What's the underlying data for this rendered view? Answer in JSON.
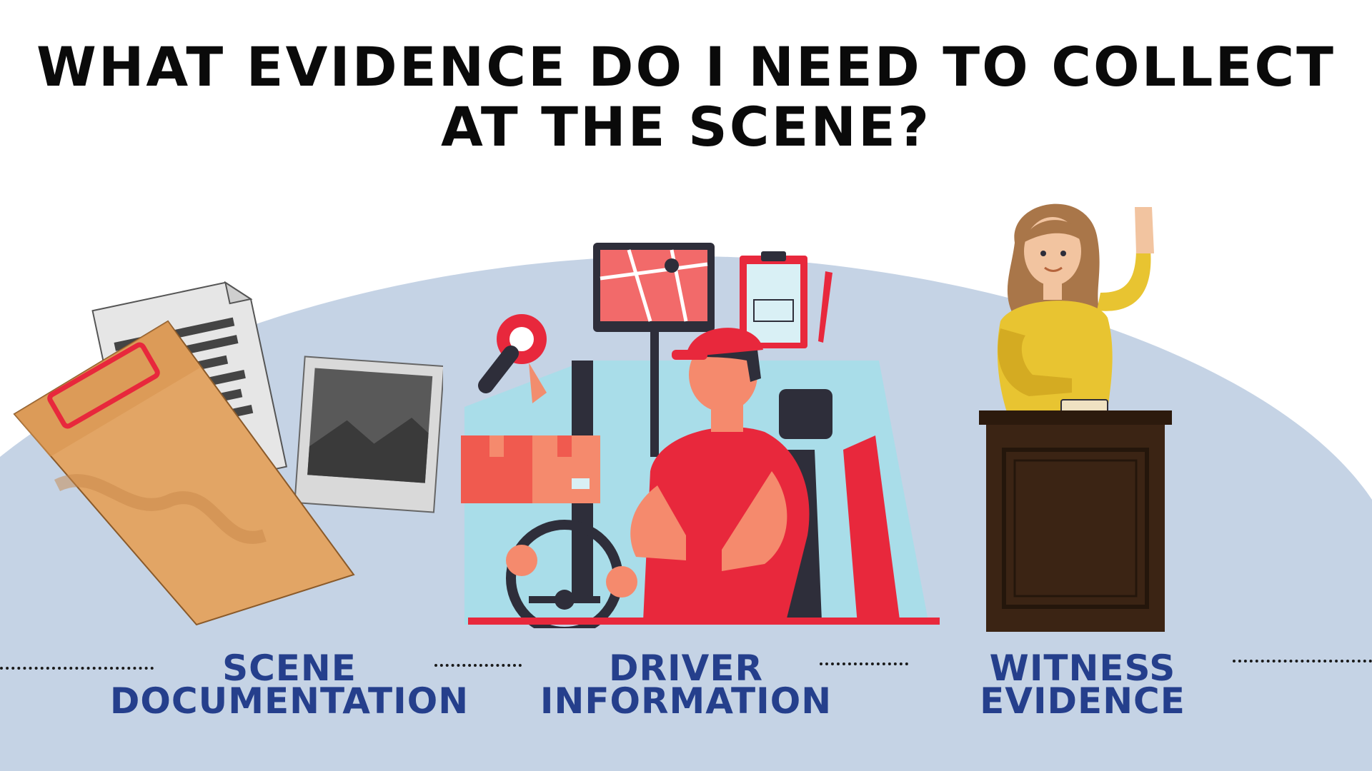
{
  "title": {
    "line1": "WHAT EVIDENCE DO I NEED TO COLLECT",
    "line2": "AT THE SCENE?"
  },
  "items": [
    {
      "line1": "SCENE",
      "line2": "DOCUMENTATION",
      "icon": "documents-folder-photo-icon"
    },
    {
      "line1": "DRIVER",
      "line2": "INFORMATION",
      "icon": "delivery-driver-icon"
    },
    {
      "line1": "WITNESS",
      "line2": "EVIDENCE",
      "icon": "witness-stand-icon"
    }
  ],
  "colors": {
    "title": "#0a0a0a",
    "label": "#253f8c",
    "mound": "#c5d3e5",
    "accent_red": "#e8283c",
    "folder": "#e2a565",
    "witness_shirt": "#e8c431",
    "podium": "#3b2414"
  }
}
